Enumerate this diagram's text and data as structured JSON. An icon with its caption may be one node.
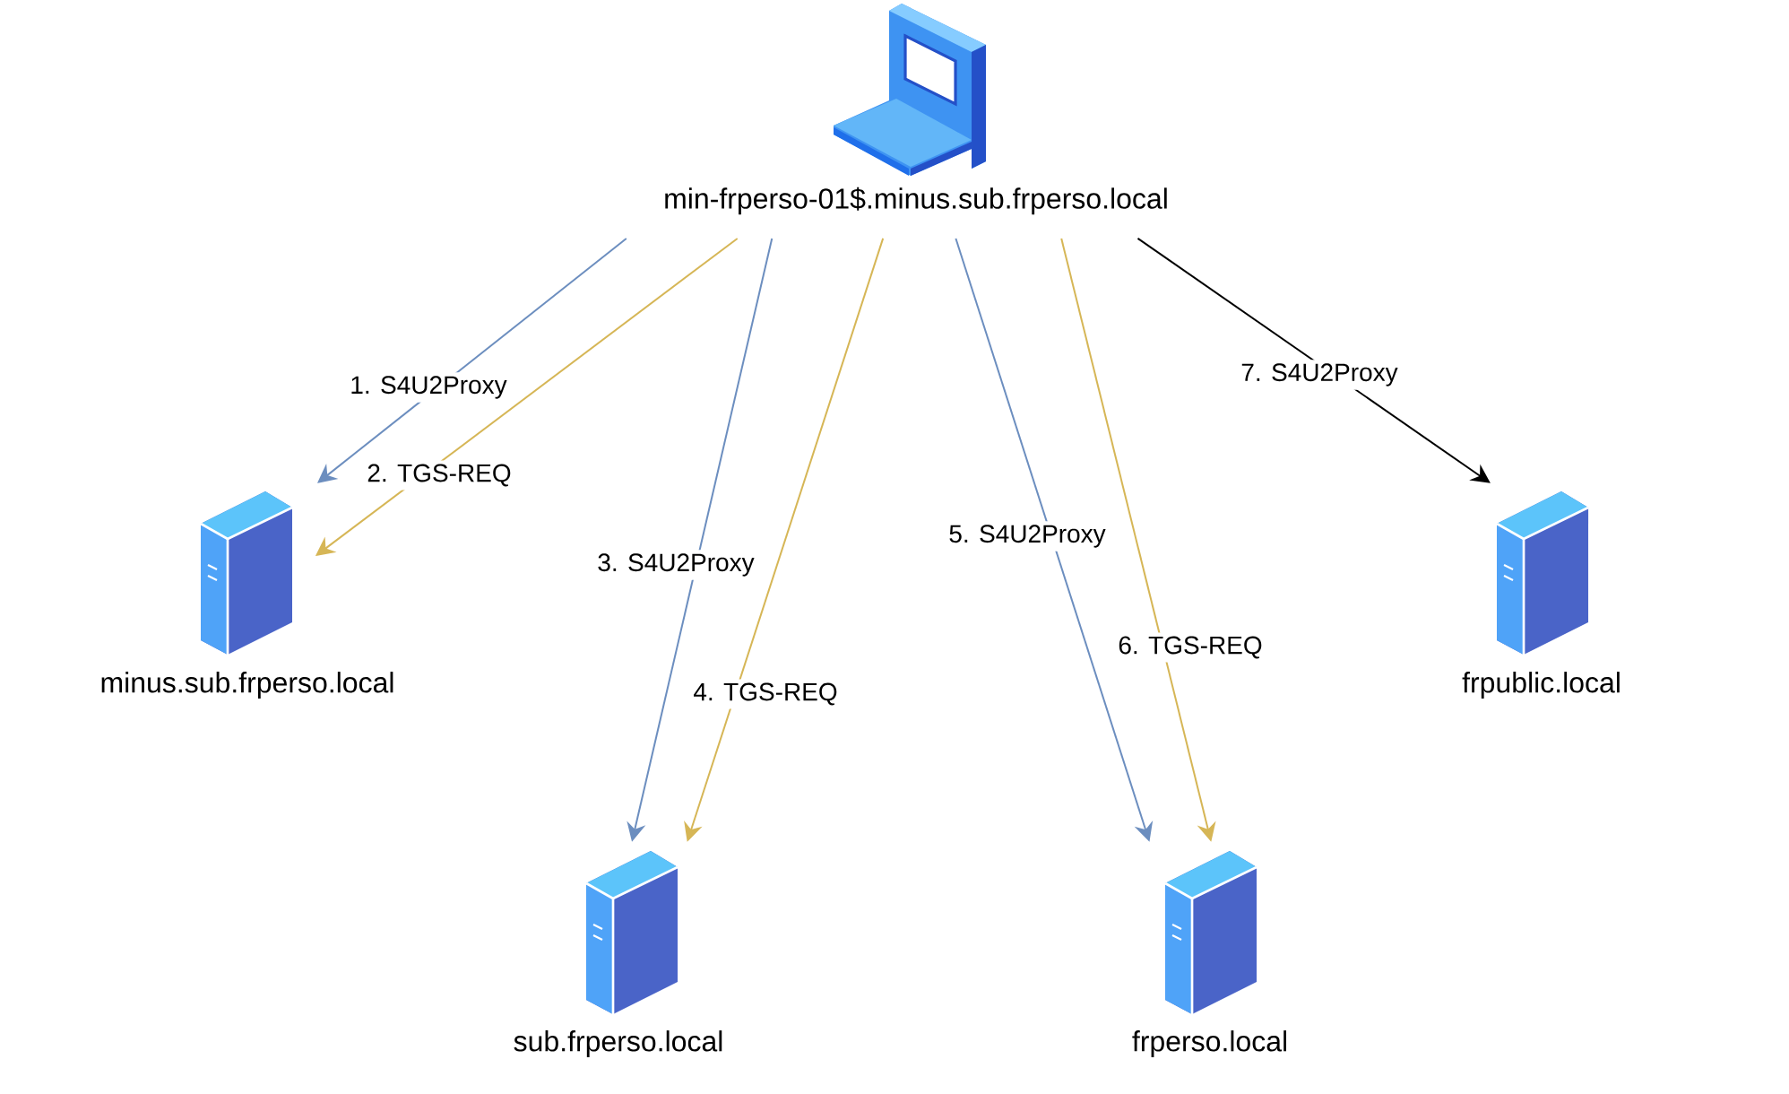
{
  "diagram": {
    "nodes": [
      {
        "text": [
          "min-frperso-01$.minus.sub.frperso.local"
        ]
      },
      {
        "text": [
          "minus.sub.frperso.local"
        ]
      },
      {
        "text": [
          "sub.frperso.local"
        ]
      },
      {
        "text": [
          "frperso.local"
        ]
      },
      {
        "text": [
          "frpublic.local"
        ]
      }
    ],
    "edges": [
      {
        "from": 0,
        "to": 1,
        "arrow": "to",
        "label": "1. S4U2Proxy",
        "color": "#6c8ebf"
      },
      {
        "from": 0,
        "to": 1,
        "arrow": "to",
        "label": "2. TGS-REQ",
        "color": "#d6b656"
      },
      {
        "from": 0,
        "to": 2,
        "arrow": "to",
        "label": "3. S4U2Proxy",
        "color": "#6c8ebf"
      },
      {
        "from": 0,
        "to": 2,
        "arrow": "to",
        "label": "4. TGS-REQ",
        "color": "#d6b656"
      },
      {
        "from": 0,
        "to": 3,
        "arrow": "to",
        "label": "5. S4U2Proxy",
        "color": "#6c8ebf"
      },
      {
        "from": 0,
        "to": 3,
        "arrow": "to",
        "label": "6. TGS-REQ",
        "color": "#d6b656"
      },
      {
        "from": 0,
        "to": 4,
        "arrow": "to",
        "label": "7. S4U2Proxy",
        "color": "#000000"
      }
    ]
  }
}
